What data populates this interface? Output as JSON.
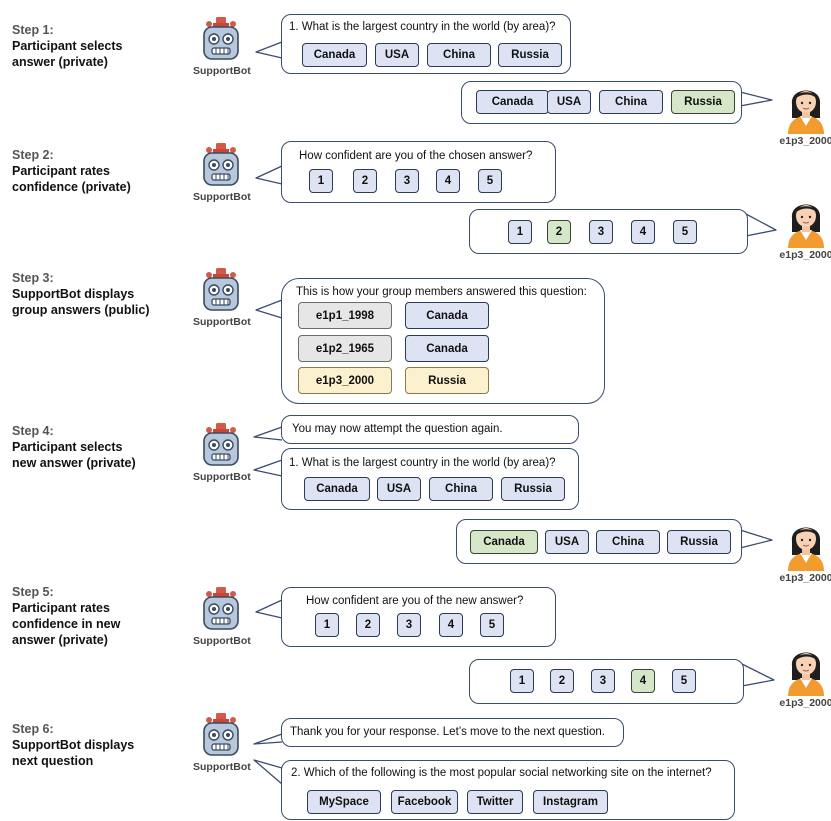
{
  "bot_name": "SupportBot",
  "user_name": "e1p3_2000",
  "colors": {
    "option": "#dde3f3",
    "selected": "#d6e7c9",
    "peer": "#e6e6e6",
    "self": "#fbf1cf",
    "outline": "#3a4d6e"
  },
  "steps": [
    {
      "label": "Step 1:",
      "desc": "Participant selects\nanswer (private)"
    },
    {
      "label": "Step 2:",
      "desc": "Participant rates\nconfidence (private)"
    },
    {
      "label": "Step 3:",
      "desc": "SupportBot displays\ngroup answers (public)"
    },
    {
      "label": "Step 4:",
      "desc": "Participant selects\nnew answer (private)"
    },
    {
      "label": "Step 5:",
      "desc": "Participant rates\nconfidence in new\nanswer (private)"
    },
    {
      "label": "Step 6:",
      "desc": "SupportBot displays\nnext question"
    }
  ],
  "q1": {
    "text": "1. What is the largest country in the world (by area)?",
    "options": [
      "Canada",
      "USA",
      "China",
      "Russia"
    ]
  },
  "confidence": {
    "prompt_chosen": "How confident are you of the chosen answer?",
    "prompt_new": "How confident are you of the new answer?",
    "options": [
      "1",
      "2",
      "3",
      "4",
      "5"
    ]
  },
  "step1_selected": "Russia",
  "step2_selected": "2",
  "group": {
    "prompt": "This is how your group members answered this question:",
    "rows": [
      {
        "member": "e1p1_1998",
        "answer": "Canada"
      },
      {
        "member": "e1p2_1965",
        "answer": "Canada"
      },
      {
        "member": "e1p3_2000",
        "answer": "Russia"
      }
    ]
  },
  "retry_text": "You may now attempt the question again.",
  "step4_selected": "Canada",
  "step5_selected": "4",
  "thanks_text": "Thank you for your response. Let’s move to the next question.",
  "q2": {
    "text": "2. Which of the following is the most popular social networking site on the internet?",
    "options": [
      "MySpace",
      "Facebook",
      "Twitter",
      "Instagram"
    ]
  }
}
